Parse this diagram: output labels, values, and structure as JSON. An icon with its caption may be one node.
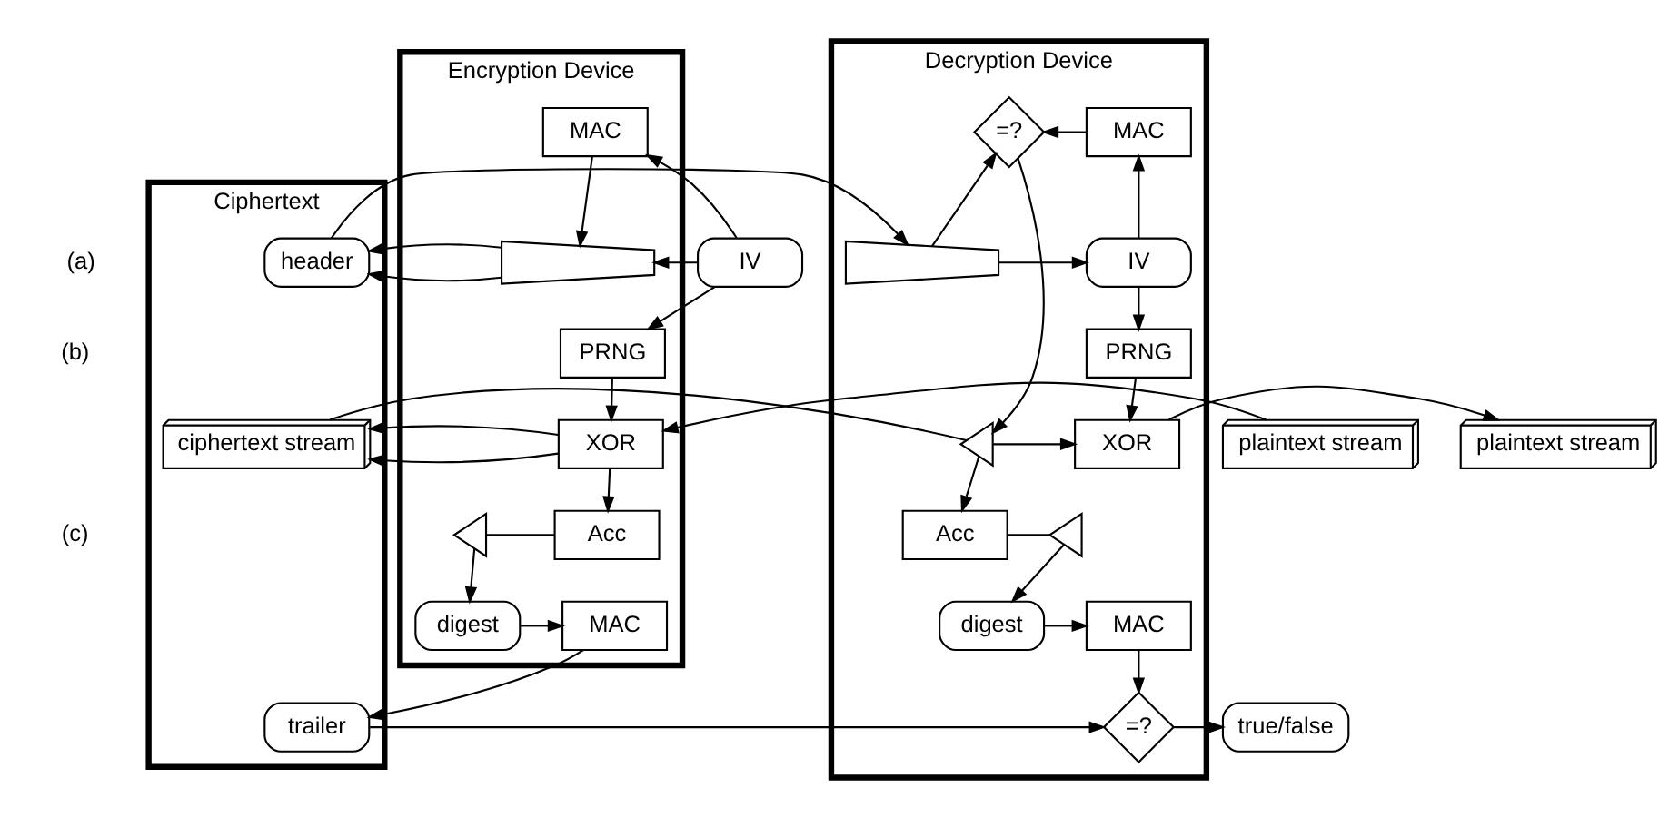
{
  "diagram": {
    "nodes": [
      {
        "text": [
          "Encryption Device"
        ]
      },
      {
        "text": [
          "Ciphertext"
        ]
      },
      {
        "text": [
          "Decryption Device"
        ]
      },
      {
        "text": [
          "IV"
        ]
      },
      {
        "text": [],
        "shape": "trapezium",
        "in": 0
      },
      {
        "text": [
          "MAC"
        ],
        "in": 0
      },
      {
        "text": [
          "PRNG"
        ],
        "in": 0
      },
      {
        "text": [
          "plaintext stream"
        ]
      },
      {
        "text": [
          "XOR"
        ],
        "in": 0
      },
      {
        "text": [
          "Acc"
        ],
        "in": 0
      },
      {
        "text": [],
        "shape": "triangle",
        "in": 0
      },
      {
        "text": [
          "digest"
        ],
        "in": 0
      },
      {
        "text": [
          "MAC"
        ],
        "in": 0
      },
      {
        "text": [
          "header"
        ],
        "in": 1
      },
      {
        "text": [
          "ciphertext stream"
        ],
        "in": 1
      },
      {
        "text": [
          "trailer"
        ],
        "in": 1
      },
      {
        "text": [],
        "shape": "trapezium",
        "in": 2
      },
      {
        "text": [
          "IV"
        ],
        "in": 2
      },
      {
        "text": [
          "=?"
        ],
        "in": 2
      },
      {
        "text": [
          "MAC"
        ],
        "in": 2
      },
      {
        "text": [
          "PRNG"
        ],
        "in": 2
      },
      {
        "text": [],
        "shape": "triangle",
        "in": 2
      },
      {
        "text": [
          "XOR"
        ],
        "in": 2
      },
      {
        "text": [
          "plaintext stream"
        ]
      },
      {
        "text": [
          "Acc"
        ],
        "in": 2
      },
      {
        "text": [],
        "shape": "triangle",
        "in": 2
      },
      {
        "text": [
          "digest"
        ],
        "in": 2
      },
      {
        "text": [
          "MAC"
        ],
        "in": 2
      },
      {
        "text": [
          "=?"
        ],
        "in": 2
      },
      {
        "text": [
          "true/false"
        ]
      }
    ],
    "edges": [
      {
        "from": 3,
        "to": 4,
        "arrow": "to"
      },
      {
        "from": 3,
        "to": 5,
        "arrow": "to"
      },
      {
        "from": 3,
        "to": 6,
        "arrow": "to"
      },
      {
        "from": 5,
        "to": 4,
        "arrow": "to"
      },
      {
        "from": 4,
        "to": 13,
        "arrow": "to"
      },
      {
        "from": 13,
        "to": 16,
        "arrow": "to"
      },
      {
        "from": 16,
        "to": 17,
        "arrow": "to"
      },
      {
        "from": 16,
        "to": 18,
        "arrow": "to"
      },
      {
        "from": 19,
        "to": 18,
        "arrow": "to"
      },
      {
        "from": 17,
        "to": 19,
        "arrow": "to"
      },
      {
        "from": 17,
        "to": 20,
        "arrow": "to"
      },
      {
        "from": 18,
        "to": 21,
        "arrow": "to"
      },
      {
        "from": 6,
        "to": 8,
        "arrow": "to"
      },
      {
        "from": 7,
        "to": 8,
        "arrow": "to"
      },
      {
        "from": 8,
        "to": 14,
        "arrow": "to"
      },
      {
        "from": 8,
        "to": 9,
        "arrow": "to"
      },
      {
        "from": 9,
        "to": 10,
        "arrow": "none"
      },
      {
        "from": 10,
        "to": 11,
        "arrow": "to"
      },
      {
        "from": 11,
        "to": 12,
        "arrow": "to"
      },
      {
        "from": 12,
        "to": 15,
        "arrow": "to"
      },
      {
        "from": 14,
        "to": 21,
        "arrow": "none"
      },
      {
        "from": 21,
        "to": 22,
        "arrow": "to"
      },
      {
        "from": 21,
        "to": 24,
        "arrow": "to"
      },
      {
        "from": 20,
        "to": 22,
        "arrow": "to"
      },
      {
        "from": 22,
        "to": 23,
        "arrow": "to"
      },
      {
        "from": 24,
        "to": 25,
        "arrow": "none"
      },
      {
        "from": 25,
        "to": 26,
        "arrow": "to"
      },
      {
        "from": 26,
        "to": 27,
        "arrow": "to"
      },
      {
        "from": 27,
        "to": 28,
        "arrow": "to"
      },
      {
        "from": 15,
        "to": 28,
        "arrow": "to"
      },
      {
        "from": 28,
        "to": 29,
        "arrow": "to"
      }
    ],
    "labels": [
      "(a)",
      "(b)",
      "(c)"
    ]
  }
}
